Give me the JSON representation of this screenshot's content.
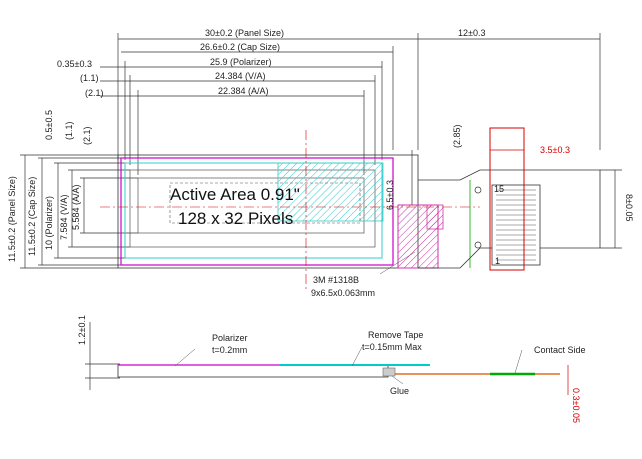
{
  "colors": {
    "line": "#333333",
    "panel_magenta": "#cc00cc",
    "polarizer_cyan": "#33cccc",
    "tape_cyan": "#00cccc",
    "dimension_red": "#d40000",
    "contact_green": "#00aa00",
    "flex_orange": "#e07020",
    "hatch_magenta": "#cc33aa"
  },
  "top_dims": {
    "panel_size": "30±0.2 (Panel Size)",
    "cap_size": "26.6±0.2 (Cap Size)",
    "polarizer": "25.9 (Polarizer)",
    "va": "24.384 (V/A)",
    "aa": "22.384 (A/A)",
    "offset_035": "0.35±0.3",
    "offset_11": "(1.1)",
    "offset_21": "(2.1)",
    "fpc_len": "12±0.3"
  },
  "left_dims": {
    "offset_05": "0.5±0.5",
    "v_11": "(1.1)",
    "v_21": "(2.1)",
    "aa_h": "5.584 (A/A)",
    "va_h": "7.584 (V/A)",
    "pol_h": "10 (Polarizer)",
    "cap_h": "11.5±0.2 (Cap Size)",
    "panel_h": "11.5±0.2 (Panel Size)"
  },
  "misc_dims": {
    "d285": "(2.85)",
    "d65": "6.5±0.3",
    "d35": "3.5±0.3",
    "d8": "8±0.05",
    "pin1": "1",
    "pin15": "15"
  },
  "active_area": {
    "line1": "Active Area 0.91\"",
    "line2": "128 x 32 Pixels"
  },
  "tape_note": {
    "line1": "3M #1318B",
    "line2": "9x6.5x0.063mm"
  },
  "side_view": {
    "thickness": "1.2±0.1",
    "polarizer_label": "Polarizer",
    "polarizer_t": "t=0.2mm",
    "tape_label": "Remove Tape",
    "tape_t": "t=0.15mm Max",
    "glue": "Glue",
    "contact": "Contact Side",
    "fpc_t": "0.3±0.05"
  }
}
